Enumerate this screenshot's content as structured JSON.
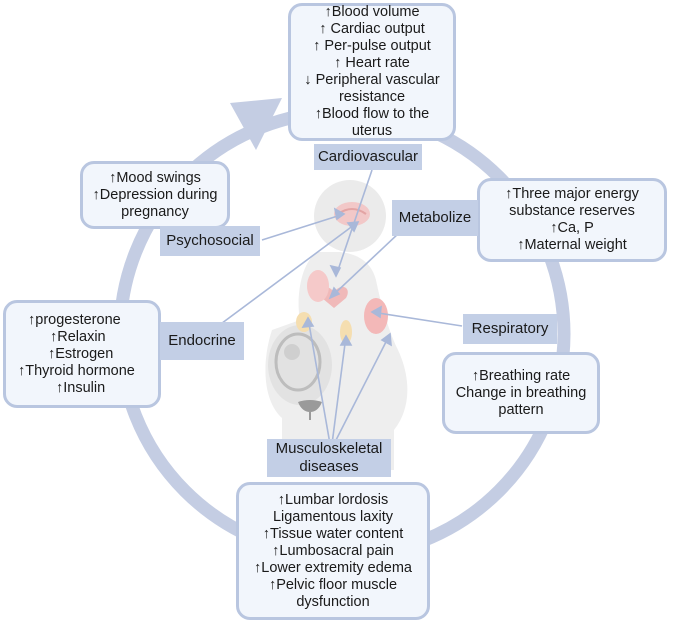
{
  "colors": {
    "ring": "#c4cde3",
    "box_border": "#b9c6e0",
    "box_fill": "#f2f6fc",
    "label_fill": "#c3cfe6",
    "arrow": "#a9b8d9"
  },
  "cardiovascular": {
    "label": "Cardiovascular",
    "items": [
      "↑Blood volume",
      "↑ Cardiac output",
      "↑ Per-pulse output",
      "↑ Heart rate",
      "↓ Peripheral vascular",
      "resistance",
      "↑Blood flow to the",
      "uterus"
    ]
  },
  "metabolize": {
    "label": "Metabolize",
    "items": [
      "↑Three major energy",
      "substance reserves",
      "↑Ca, P",
      "↑Maternal weight"
    ]
  },
  "respiratory": {
    "label": "Respiratory",
    "items": [
      "↑Breathing rate",
      "Change in breathing",
      "pattern"
    ]
  },
  "musculoskeletal": {
    "label_lines": [
      "Musculoskeletal",
      "diseases"
    ],
    "items": [
      "↑Lumbar lordosis",
      "Ligamentous laxity",
      "↑Tissue water content",
      "↑Lumbosacral pain",
      "↑Lower extremity edema",
      "↑Pelvic floor muscle",
      "dysfunction"
    ]
  },
  "endocrine": {
    "label": "Endocrine",
    "items": [
      "↑progesterone",
      "↑Relaxin",
      "↑Estrogen",
      "↑Thyroid hormone",
      "↑Insulin"
    ]
  },
  "psychosocial": {
    "label": "Psychosocial",
    "items": [
      "↑Mood swings",
      "↑Depression during",
      "pregnancy"
    ]
  },
  "center_icons": [
    "brain-icon",
    "heart-icon",
    "lungs-icon",
    "fetus-icon",
    "uterus-icon",
    "spine-icon"
  ]
}
